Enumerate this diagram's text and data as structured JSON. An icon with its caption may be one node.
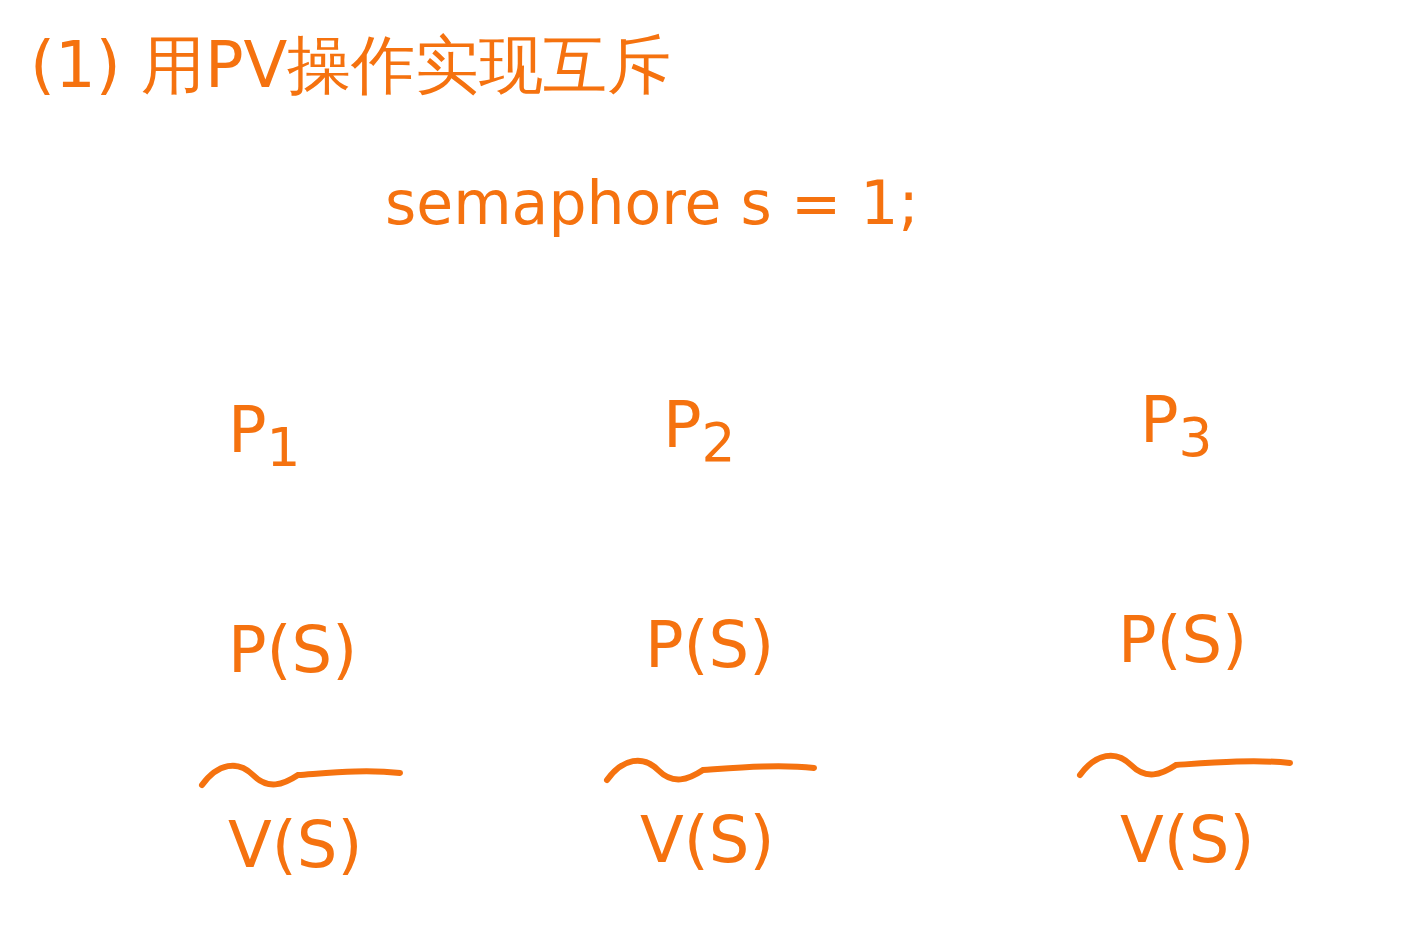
{
  "diagram": {
    "title": "(1) 用PV操作实现互斥",
    "labels": [
      "semaphore s = 1;",
      "P$_{1}$",
      "P$_{2}$",
      "P$_{3}$",
      "P(S)",
      "P(S)",
      "P(S)",
      "V(S)",
      "V(S)",
      "V(S)"
    ]
  }
}
